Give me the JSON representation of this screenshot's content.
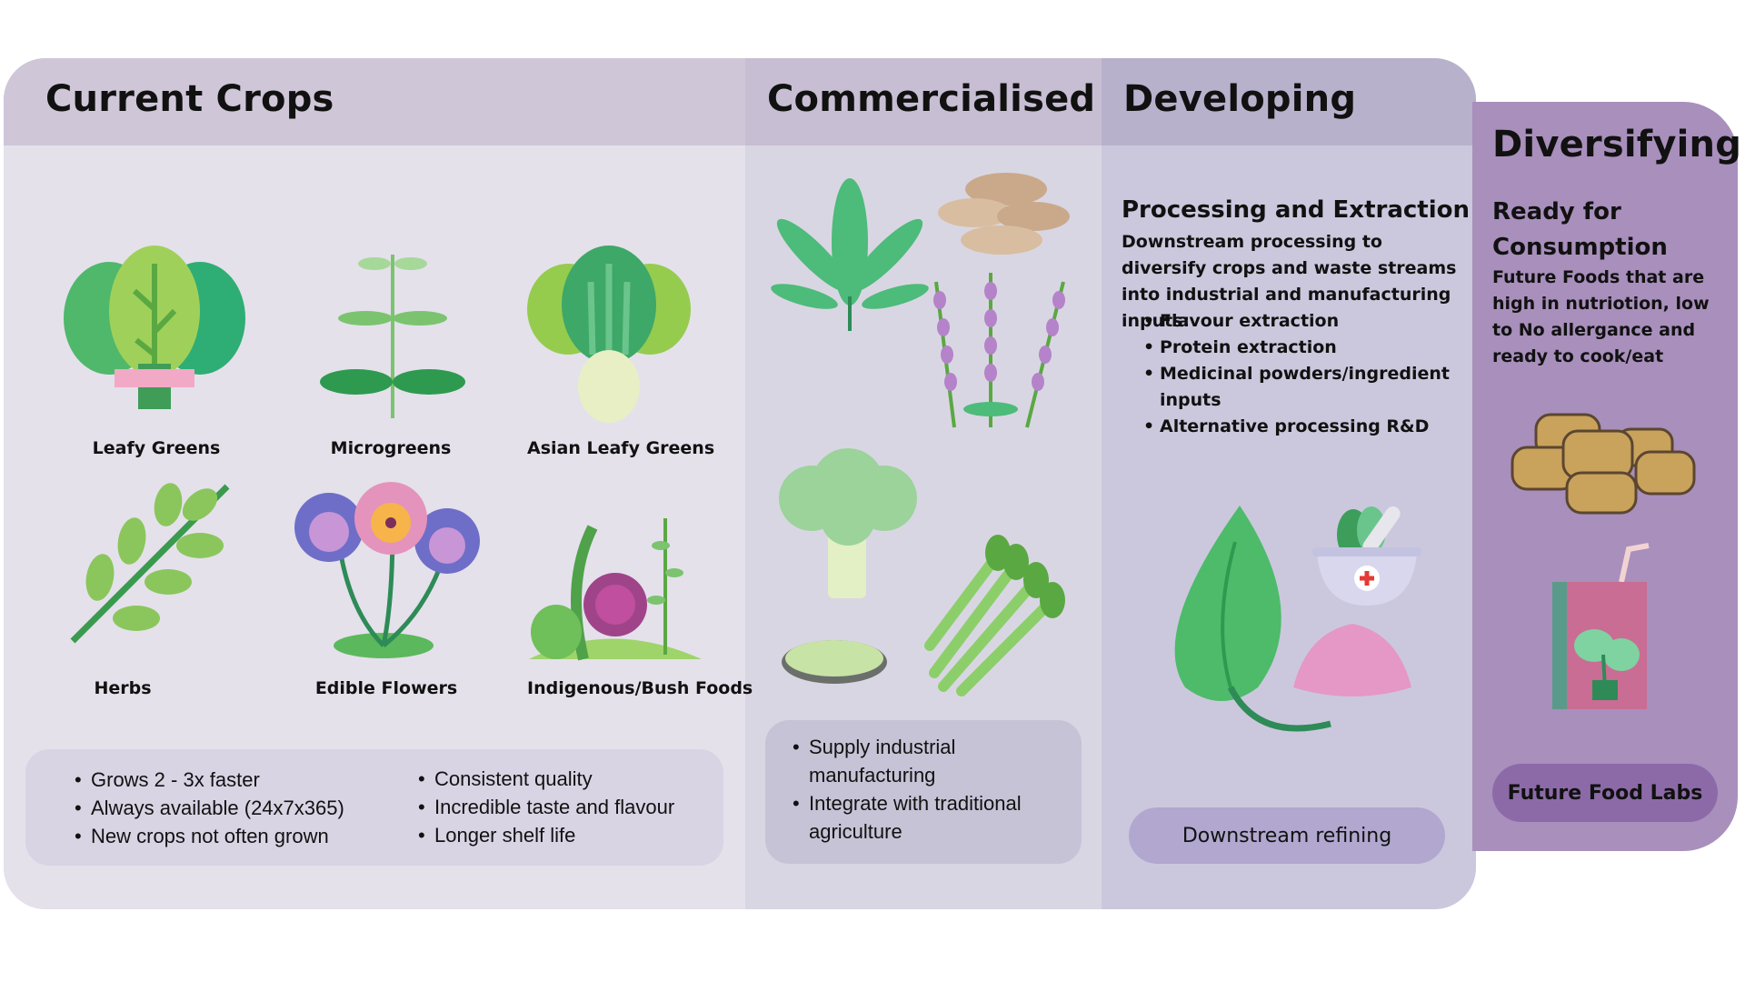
{
  "columns": {
    "current": {
      "title": "Current Crops"
    },
    "commercialised": {
      "title": "Commercialised"
    },
    "developing": {
      "title": "Developing"
    },
    "diversifying": {
      "title": "Diversifying"
    }
  },
  "current_crops": {
    "items": [
      {
        "label": "Leafy Greens",
        "icon": "leafy-greens-icon"
      },
      {
        "label": "Microgreens",
        "icon": "microgreens-icon"
      },
      {
        "label": "Asian Leafy Greens",
        "icon": "bok-choy-icon"
      },
      {
        "label": "Herbs",
        "icon": "herb-sprig-icon"
      },
      {
        "label": "Edible Flowers",
        "icon": "pansy-flowers-icon"
      },
      {
        "label": "Indigenous/Bush Foods",
        "icon": "bush-foods-icon"
      }
    ],
    "benefits_left": [
      "Grows 2 - 3x faster",
      "Always available (24x7x365)",
      "New crops not often grown"
    ],
    "benefits_right": [
      "Consistent quality",
      "Incredible taste and flavour",
      "Longer shelf life"
    ]
  },
  "commercialised": {
    "icons": [
      "hemp-leaf-icon",
      "oyster-mushroom-icon",
      "lavender-icon",
      "broccoli-icon",
      "powder-dish-icon",
      "asparagus-icon"
    ],
    "bullets": [
      "Supply industrial manufacturing",
      "Integrate with traditional agriculture"
    ]
  },
  "developing": {
    "heading": "Processing and Extraction",
    "description": "Downstream processing to diversify crops and waste streams into industrial and manufacturing inputs:",
    "bullets": [
      "Flavour extraction",
      "Protein extraction",
      "Medicinal powders/ingredient inputs",
      "Alternative processing R&D"
    ],
    "pill": "Downstream refining"
  },
  "diversifying": {
    "heading": "Ready for Consumption",
    "description": "Future Foods that are high in nutriotion, low to No allergance and ready to cook/eat",
    "pill": "Future Food Labs"
  },
  "colors": {
    "current_bg": "#e4e1eb",
    "commercialised_bg": "#d9d6e3",
    "developing_bg": "#cbc8dd",
    "diversifying_bg": "#a88fbc",
    "green_dark": "#2e8b57",
    "green_light": "#8bc34a",
    "lavender": "#b583c9"
  }
}
